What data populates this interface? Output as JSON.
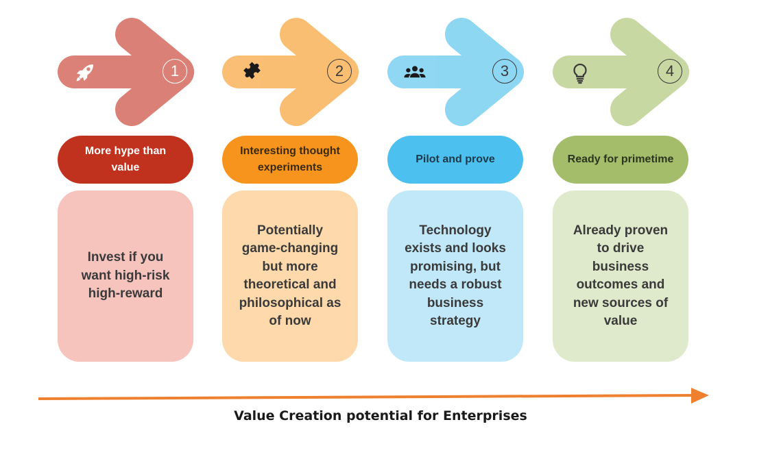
{
  "stages": [
    {
      "number": "1",
      "icon": "rocket-icon",
      "label": "More hype than value",
      "description": "Invest if you\nwant  high-risk\nhigh-reward",
      "colors": {
        "arrow": "#d9766b",
        "pill": "#c0321d",
        "pill_text": "#ffffff",
        "card": "#f6c3bd",
        "num": "#ffffff"
      }
    },
    {
      "number": "2",
      "icon": "puzzle-icon",
      "label": "Interesting thought experiments",
      "description": "Potentially\ngame-changing\nbut more\ntheoretical and\nphilosophical as\nof now",
      "colors": {
        "arrow": "#fab968",
        "pill": "#f7941d",
        "pill_text": "#3a2a10",
        "card": "#fdd9ac",
        "num": "#3a3a3a"
      }
    },
    {
      "number": "3",
      "icon": "people-icon",
      "label": "Pilot and prove",
      "description": "Technology\nexists and looks\npromising, but\nneeds a robust\nbusiness\nstrategy",
      "colors": {
        "arrow": "#85d4f2",
        "pill": "#4cc0ee",
        "pill_text": "#1e3a4a",
        "card": "#c0e8f8",
        "num": "#3a3a3a"
      }
    },
    {
      "number": "4",
      "icon": "lightbulb-icon",
      "label": "Ready for primetime",
      "description": "Already proven\nto drive\nbusiness\noutcomes and\nnew sources of\nvalue",
      "colors": {
        "arrow": "#c4d59c",
        "pill": "#a3bd6a",
        "pill_text": "#2c3520",
        "card": "#dfe9cb",
        "num": "#3a3a3a"
      }
    }
  ],
  "axis": {
    "label": "Value Creation potential for Enterprises",
    "color": "#ee8030"
  }
}
